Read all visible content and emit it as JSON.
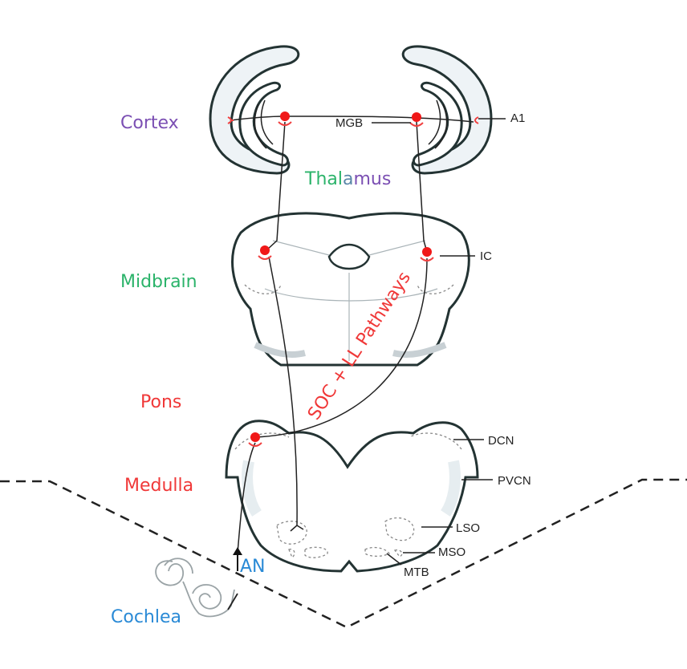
{
  "regions": {
    "cortex": "Cortex",
    "thalamus_a": "Thal",
    "thalamus_b": "a",
    "thalamus_c": "mus",
    "midbrain": "Midbrain",
    "pons": "Pons",
    "medulla": "Medulla",
    "an": "AN",
    "cochlea": "Cochlea"
  },
  "structures": {
    "mgb": "MGB",
    "a1": "A1",
    "ic": "IC",
    "dcn": "DCN",
    "pvcn": "PVCN",
    "lso": "LSO",
    "mso": "MSO",
    "mtb": "MTB"
  },
  "pathway_label": "SOC + LL Pathways",
  "colors": {
    "cortex": "#7b4fb3",
    "green": "#2bb36a",
    "red": "#f03838",
    "blue": "#2a8ad6"
  }
}
